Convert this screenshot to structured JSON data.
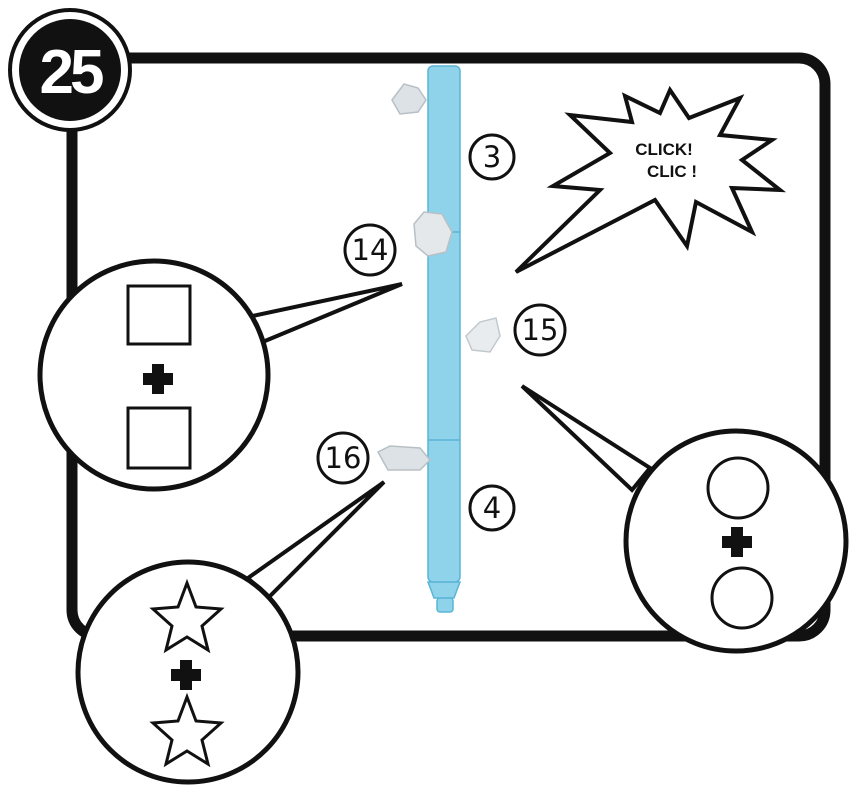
{
  "step_number": "25",
  "burst": {
    "line1": "CLICK!",
    "line2": "CLIC !"
  },
  "callouts": [
    {
      "id": "3",
      "label": "3"
    },
    {
      "id": "14",
      "label": "14"
    },
    {
      "id": "15",
      "label": "15"
    },
    {
      "id": "16",
      "label": "16"
    },
    {
      "id": "4",
      "label": "4"
    }
  ],
  "connectors": {
    "plus": "+",
    "square_group": [
      "square-icon",
      "plus-icon",
      "square-icon"
    ],
    "circle_group": [
      "circle-icon",
      "plus-icon",
      "circle-icon"
    ],
    "star_group": [
      "star-icon",
      "plus-icon",
      "star-icon"
    ]
  },
  "colors": {
    "rod": "#8fd3ea",
    "rod_edge": "#5cb5d6",
    "outline": "#111111",
    "connector": "#dde2e6"
  }
}
